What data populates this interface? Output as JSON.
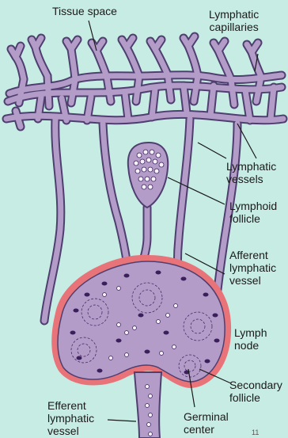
{
  "labels": {
    "tissue_space": "Tissue space",
    "lymphatic_capillaries": [
      "Lymphatic",
      "capillaries"
    ],
    "lymphatic_vessels": [
      "Lymphatic",
      "vessels"
    ],
    "lymphoid_follicle": [
      "Lymphoid",
      "follicle"
    ],
    "afferent_lymphatic_vessel": [
      "Afferent",
      "lymphatic",
      "vessel"
    ],
    "lymph_node": [
      "Lymph",
      "node"
    ],
    "secondary_follicle": [
      "Secondary",
      "follicle"
    ],
    "efferent_lymphatic_vessel": [
      "Efferent",
      "lymphatic",
      "vessel"
    ],
    "germinal_center": [
      "Germinal",
      "center"
    ],
    "page_mark": "11"
  },
  "colors": {
    "background": "#c7ece4",
    "vessel_fill": "#b49cc8",
    "vessel_stroke": "#4f3f70",
    "capsule": "#e8747a",
    "cell_dark": "#3a1f5c",
    "follicle_cell": "#f4f1f8"
  }
}
